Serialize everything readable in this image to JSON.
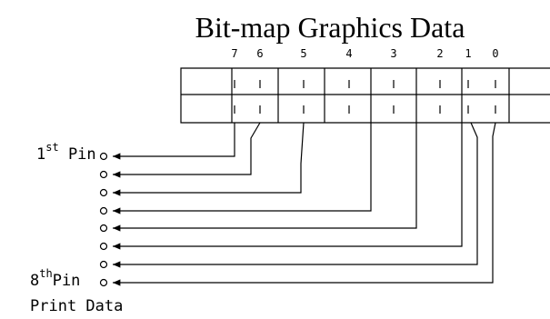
{
  "title": "Bit-map Graphics Data",
  "bits": [
    "7",
    "6",
    "5",
    "4",
    "3",
    "2",
    "1",
    "0"
  ],
  "first_pin": {
    "prefix": "1",
    "sup": "st",
    "suffix": " Pin"
  },
  "eighth_pin": {
    "prefix": "8",
    "sup": "th",
    "suffix": "Pin"
  },
  "footer": "Print Data",
  "colors": {
    "line": "#000000",
    "background": "#ffffff"
  }
}
